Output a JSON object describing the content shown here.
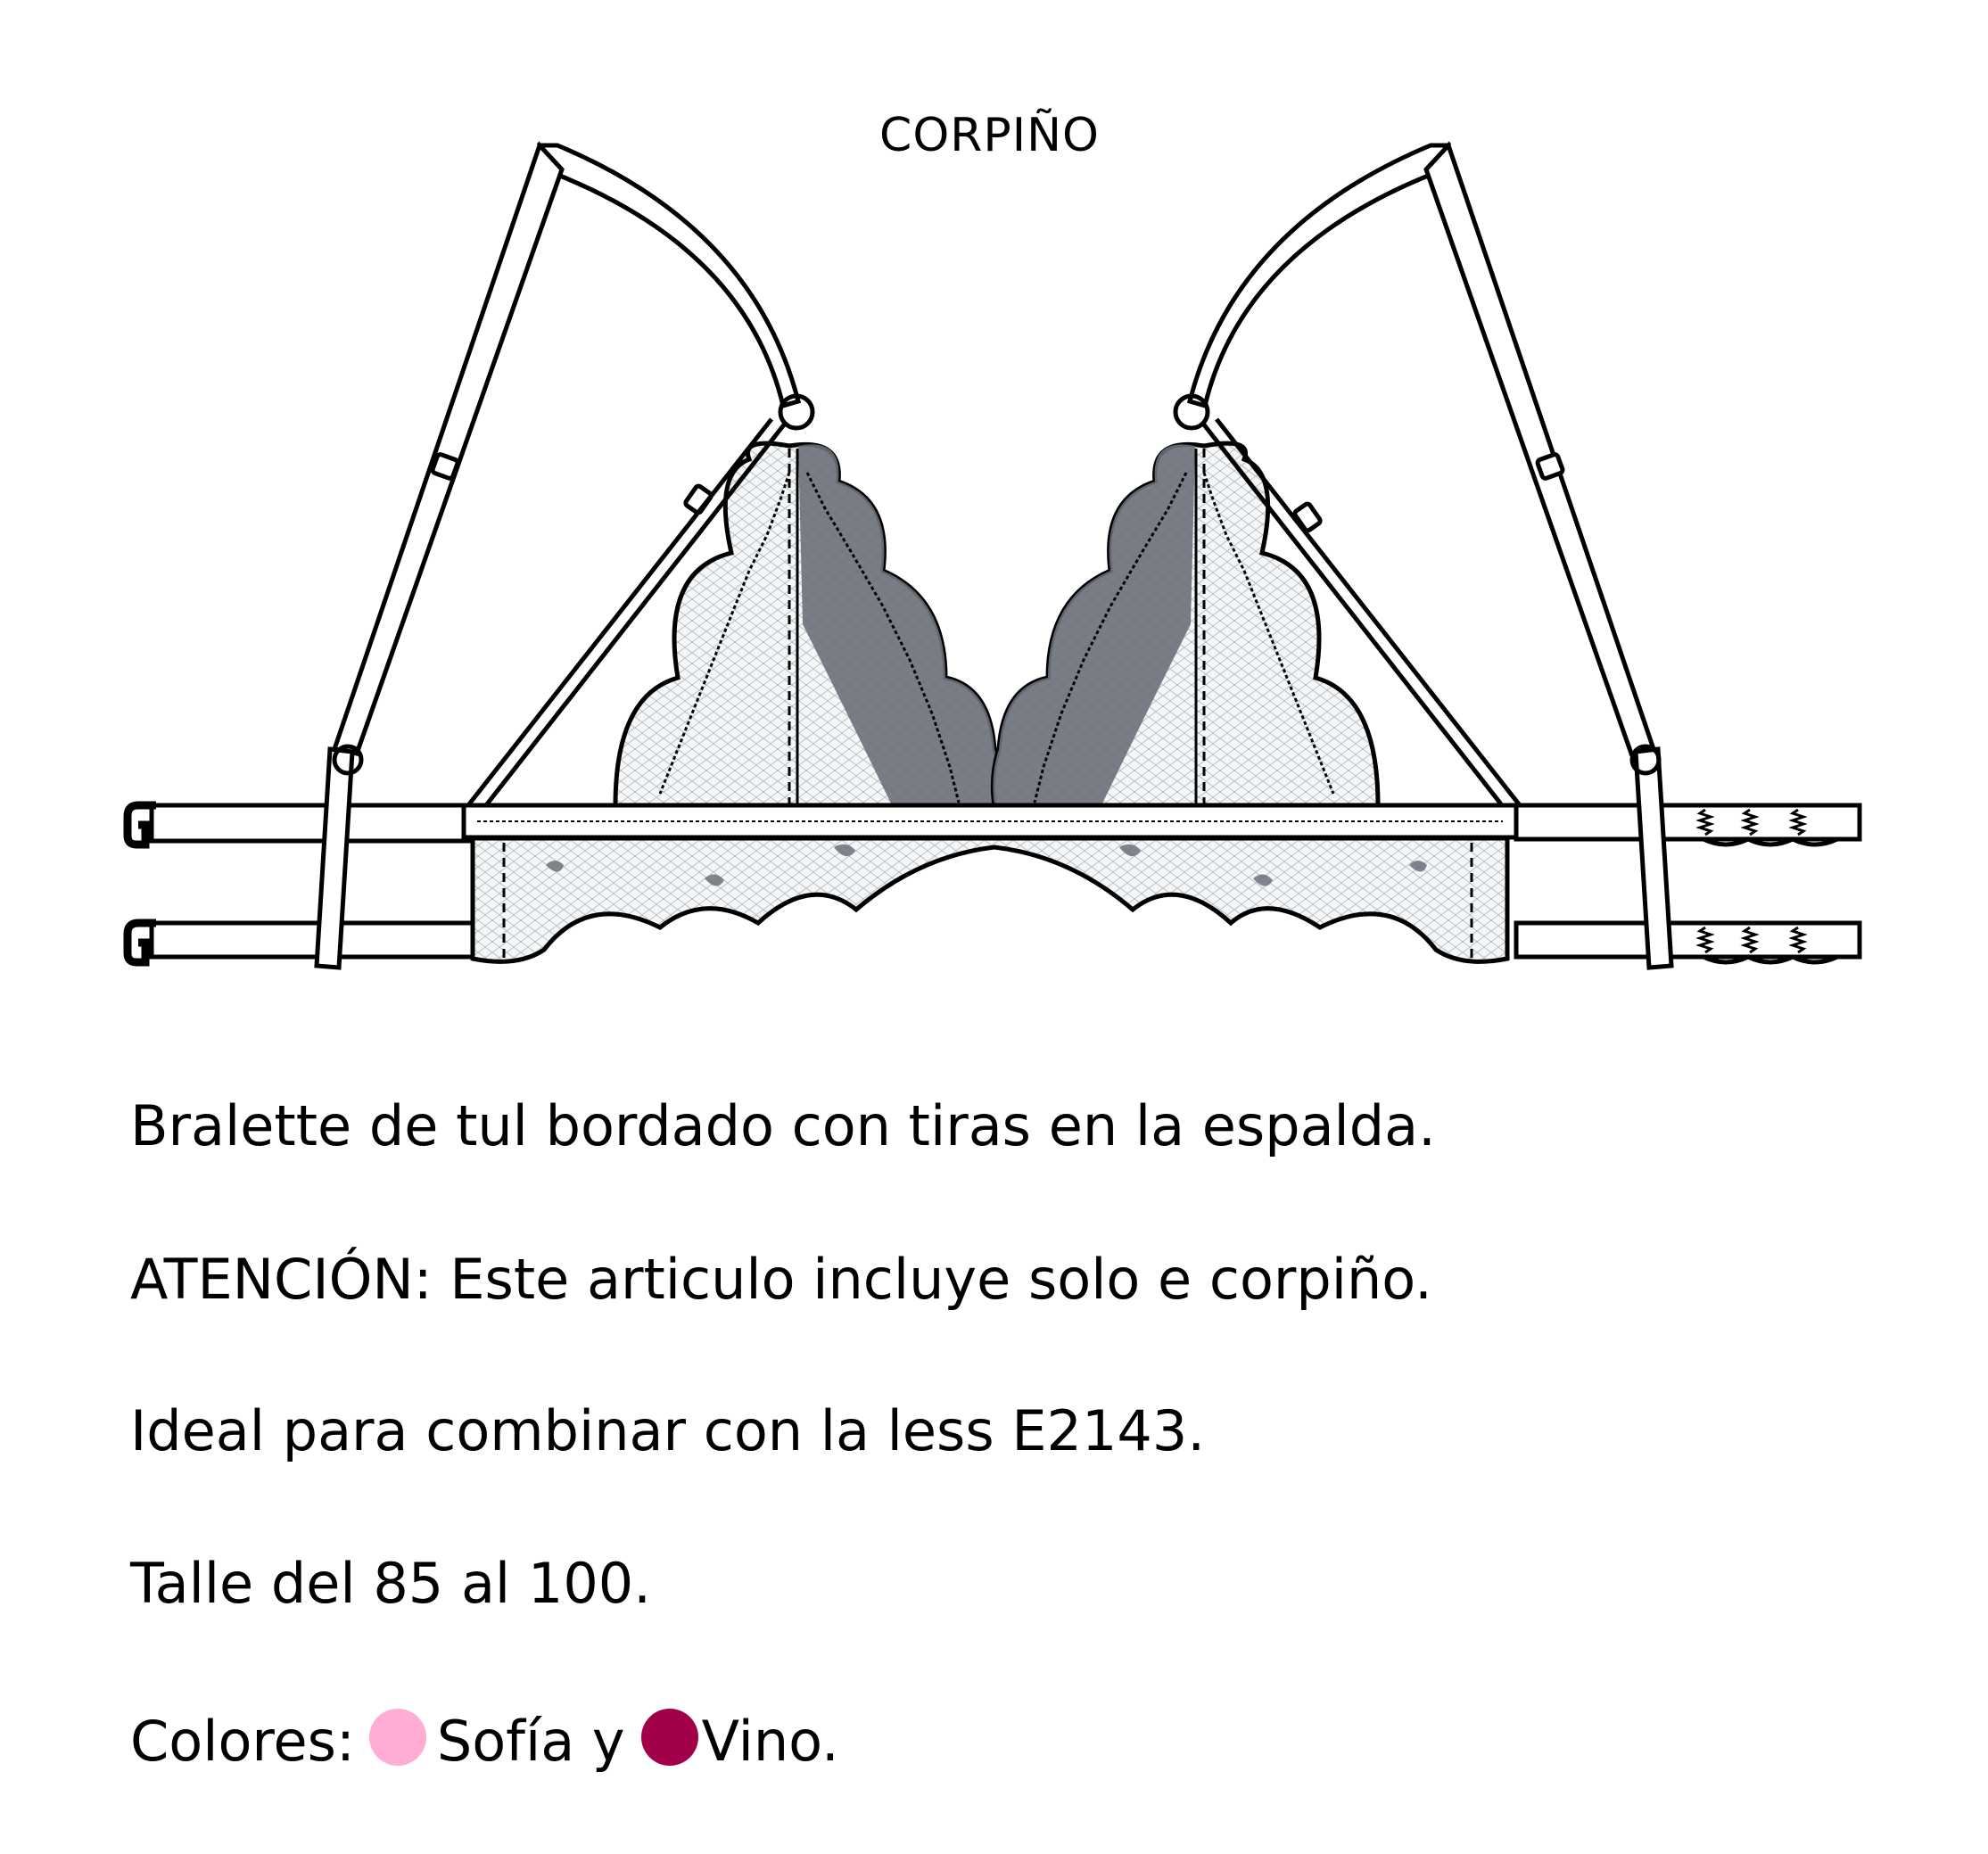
{
  "title": "CORPIÑO",
  "illustration": {
    "subject": "bralette technical flat drawing",
    "lace_color": "#6b7079",
    "line_color": "#000000"
  },
  "description": {
    "line1": "Bralette de tul bordado con tiras en la espalda.",
    "line2": "ATENCIÓN: Este articulo incluye solo e corpiño.",
    "line3": "Ideal para combinar con la less E2143.",
    "line4": "Talle del 85 al 100.",
    "colors_label": "Colores:",
    "colors": [
      {
        "name": "Sofía y",
        "hex": "#ffadd4"
      },
      {
        "name": "Vino.",
        "hex": "#a3004a"
      }
    ]
  }
}
